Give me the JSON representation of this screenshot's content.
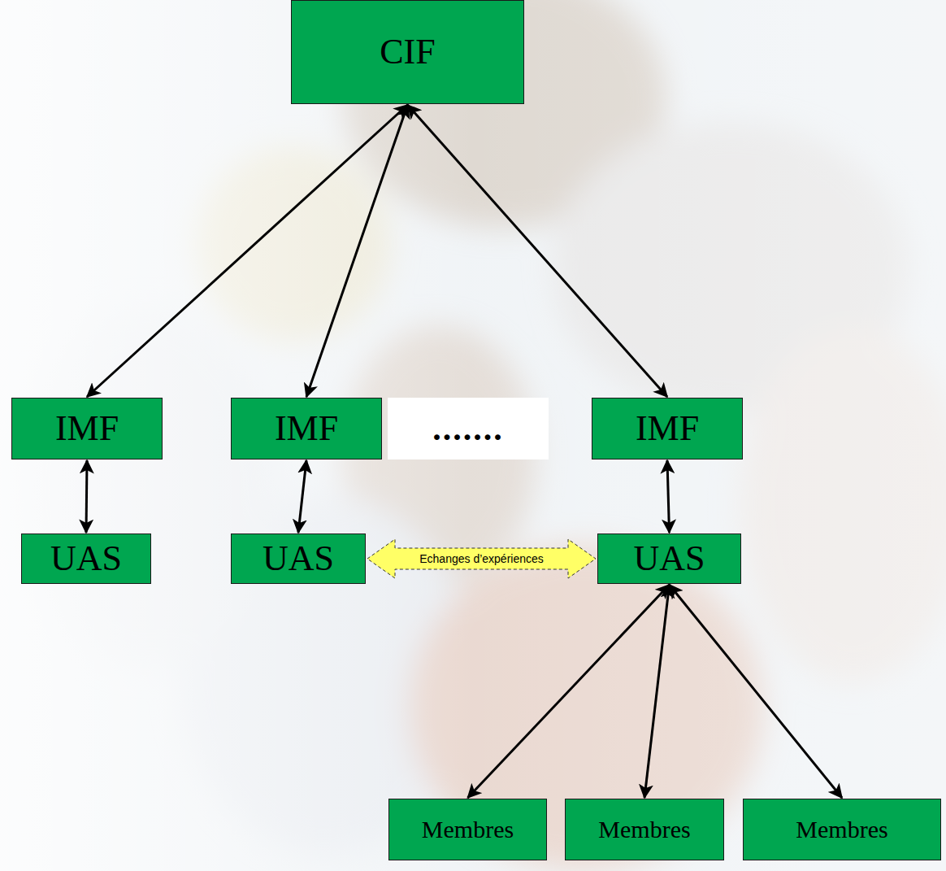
{
  "diagram": {
    "nodes": [
      {
        "text": [
          "CIF"
        ]
      },
      {
        "text": [
          "IMF"
        ]
      },
      {
        "text": [
          "IMF"
        ]
      },
      {
        "text": [
          "......."
        ]
      },
      {
        "text": [
          "IMF"
        ]
      },
      {
        "text": [
          "UAS"
        ]
      },
      {
        "text": [
          "UAS"
        ]
      },
      {
        "text": [
          "UAS"
        ]
      },
      {
        "text": [
          "Membres"
        ]
      },
      {
        "text": [
          "Membres"
        ]
      },
      {
        "text": [
          "Membres"
        ]
      }
    ],
    "edges": [
      {
        "from": 0,
        "to": 1,
        "arrow": "both"
      },
      {
        "from": 0,
        "to": 2,
        "arrow": "both"
      },
      {
        "from": 0,
        "to": 4,
        "arrow": "both"
      },
      {
        "from": 1,
        "to": 5,
        "arrow": "both"
      },
      {
        "from": 2,
        "to": 6,
        "arrow": "both"
      },
      {
        "from": 4,
        "to": 7,
        "arrow": "both"
      },
      {
        "from": 6,
        "to": 7,
        "label": "Echanges d’expériences",
        "arrow": "both"
      },
      {
        "from": 7,
        "to": 8,
        "arrow": "both"
      },
      {
        "from": 7,
        "to": 9,
        "arrow": "both"
      },
      {
        "from": 7,
        "to": 10,
        "arrow": "both"
      }
    ]
  }
}
